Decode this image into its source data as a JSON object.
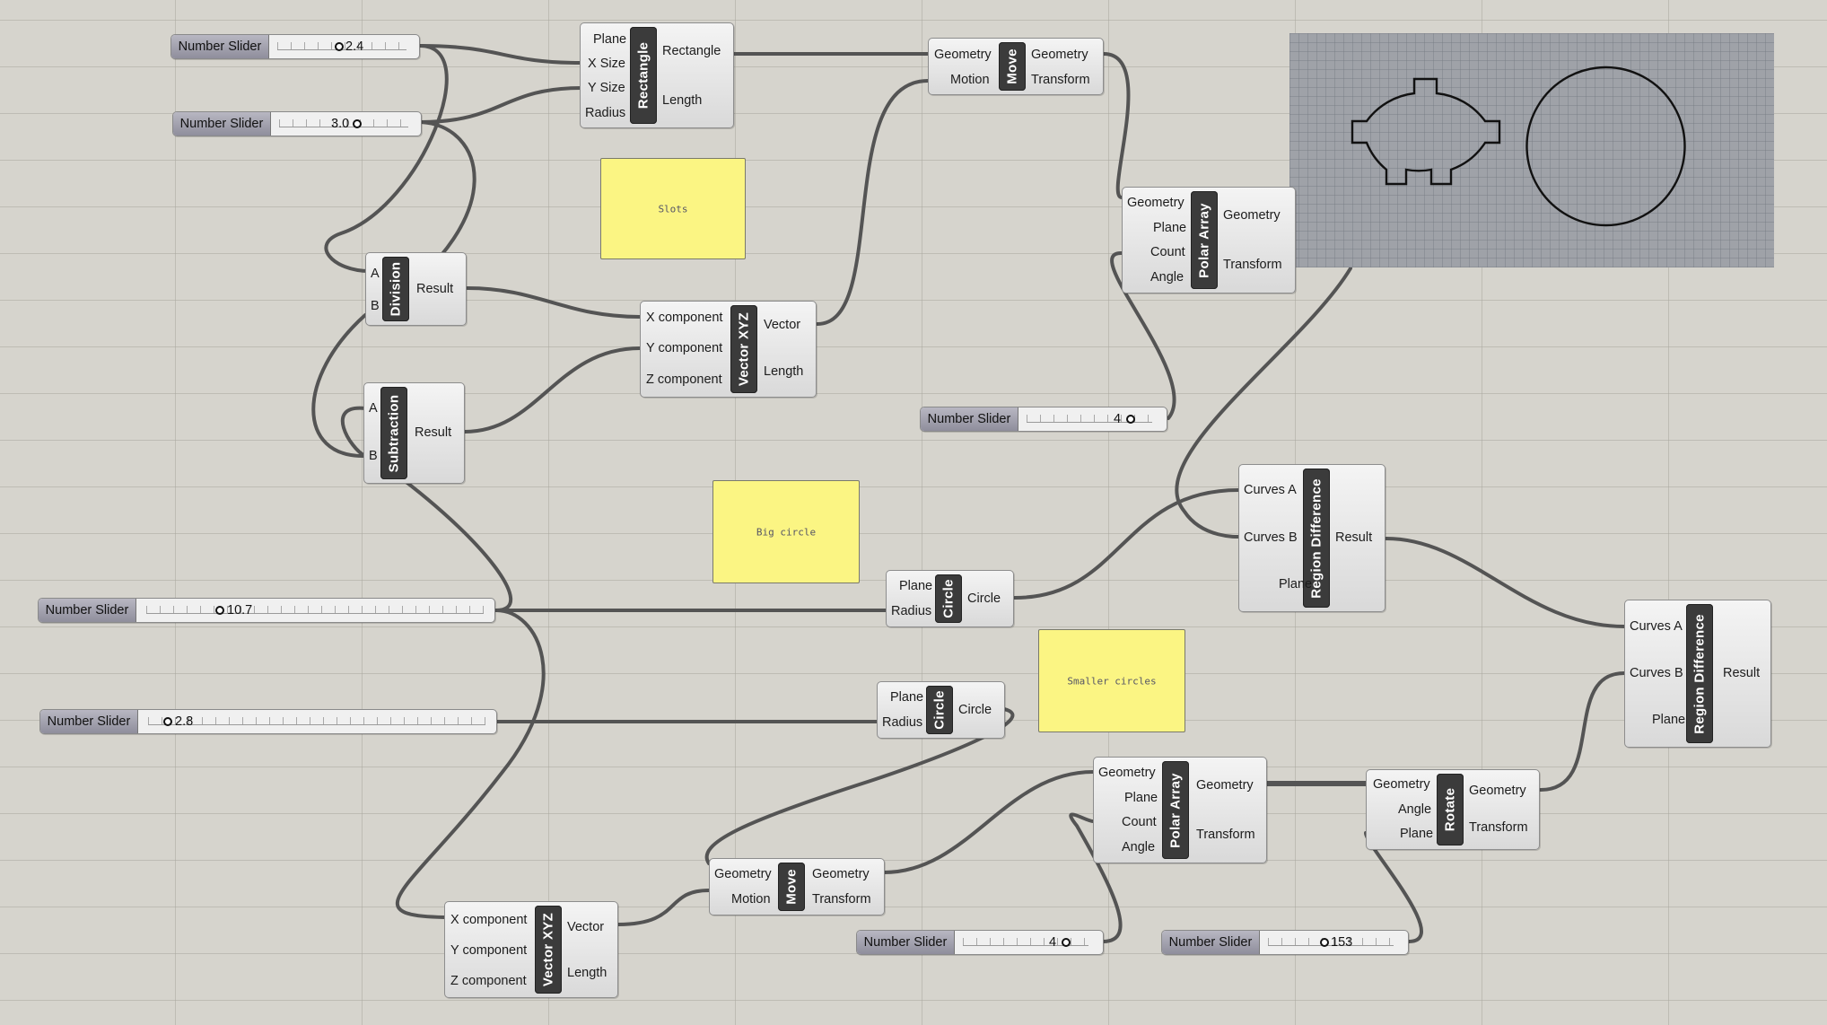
{
  "sliders": [
    {
      "label": "Number Slider",
      "value": "2.4"
    },
    {
      "label": "Number Slider",
      "value": "3.0"
    },
    {
      "label": "Number Slider",
      "value": "10.7"
    },
    {
      "label": "Number Slider",
      "value": "2.8"
    },
    {
      "label": "Number Slider",
      "value": "4"
    },
    {
      "label": "Number Slider",
      "value": "4"
    },
    {
      "label": "Number Slider",
      "value": "153"
    }
  ],
  "components": {
    "rectangle": {
      "title": "Rectangle",
      "inputs": [
        "Plane",
        "X Size",
        "Y Size",
        "Radius"
      ],
      "outputs": [
        "Rectangle",
        "Length"
      ]
    },
    "division": {
      "title": "Division",
      "inputs": [
        "A",
        "B"
      ],
      "outputs": [
        "Result"
      ]
    },
    "subtraction": {
      "title": "Subtraction",
      "inputs": [
        "A",
        "B"
      ],
      "outputs": [
        "Result"
      ]
    },
    "vector_xyz_top": {
      "title": "Vector XYZ",
      "inputs": [
        "X component",
        "Y component",
        "Z component"
      ],
      "outputs": [
        "Vector",
        "Length"
      ]
    },
    "move_top": {
      "title": "Move",
      "inputs": [
        "Geometry",
        "Motion"
      ],
      "outputs": [
        "Geometry",
        "Transform"
      ]
    },
    "polar_array_top": {
      "title": "Polar Array",
      "inputs": [
        "Geometry",
        "Plane",
        "Count",
        "Angle"
      ],
      "outputs": [
        "Geometry",
        "Transform"
      ]
    },
    "region_difference_1": {
      "title": "Region Difference",
      "inputs": [
        "Curves A",
        "Curves B",
        "Plane"
      ],
      "outputs": [
        "Result"
      ]
    },
    "circle_big": {
      "title": "Circle",
      "inputs": [
        "Plane",
        "Radius"
      ],
      "outputs": [
        "Circle"
      ]
    },
    "circle_small": {
      "title": "Circle",
      "inputs": [
        "Plane",
        "Radius"
      ],
      "outputs": [
        "Circle"
      ]
    },
    "polar_array_bottom": {
      "title": "Polar Array",
      "inputs": [
        "Geometry",
        "Plane",
        "Count",
        "Angle"
      ],
      "outputs": [
        "Geometry",
        "Transform"
      ]
    },
    "rotate": {
      "title": "Rotate",
      "inputs": [
        "Geometry",
        "Angle",
        "Plane"
      ],
      "outputs": [
        "Geometry",
        "Transform"
      ]
    },
    "region_difference_2": {
      "title": "Region Difference",
      "inputs": [
        "Curves A",
        "Curves B",
        "Plane"
      ],
      "outputs": [
        "Result"
      ]
    },
    "move_bottom": {
      "title": "Move",
      "inputs": [
        "Geometry",
        "Motion"
      ],
      "outputs": [
        "Geometry",
        "Transform"
      ]
    },
    "vector_xyz_bottom": {
      "title": "Vector XYZ",
      "inputs": [
        "X component",
        "Y component",
        "Z component"
      ],
      "outputs": [
        "Vector",
        "Length"
      ]
    }
  },
  "notes": [
    "Slots",
    "Big circle",
    "Smaller circles"
  ],
  "colors": {
    "canvas": "#d6d4cd",
    "note": "#fbf583",
    "wire": "#545454",
    "component_tab": "#3b3b3b",
    "preview": "#9fa2a8"
  }
}
